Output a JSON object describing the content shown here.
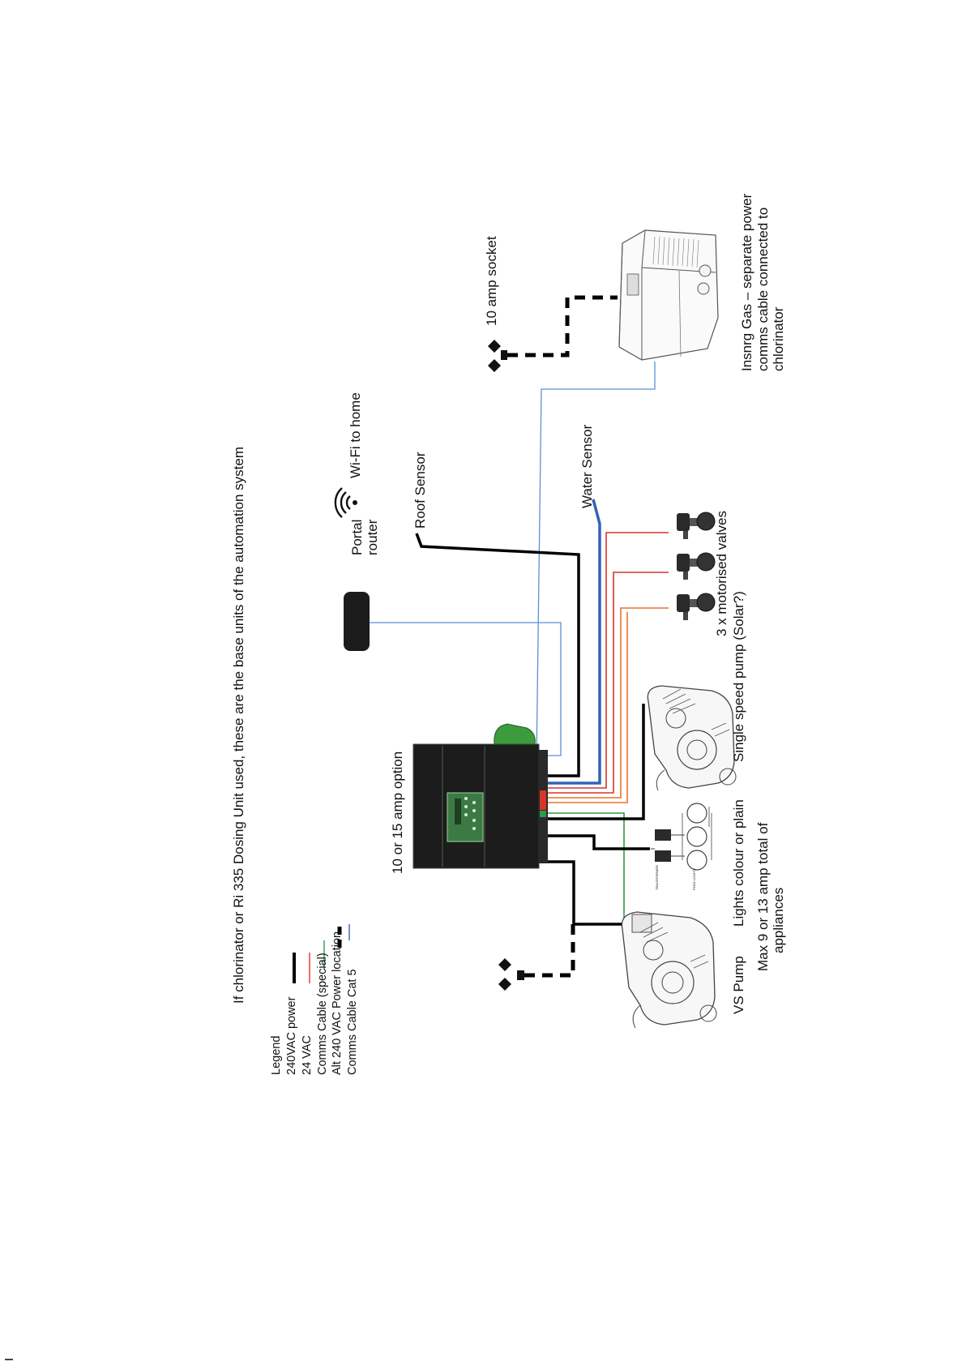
{
  "diagram": {
    "title": "If chlorinator or Ri 335 Dosing Unit used, these are the base units of the automation system",
    "legend": {
      "heading": "Legend",
      "items": [
        {
          "label": "240VAC power",
          "color": "#000000",
          "style": "solid-thick"
        },
        {
          "label": "24 VAC",
          "color": "#d9352b",
          "style": "solid-thin"
        },
        {
          "label": "Comms Cable (special)",
          "color": "#2e9a4a",
          "style": "solid-thin"
        },
        {
          "label": "Alt 240 VAC Power location",
          "color": "#000000",
          "style": "dashed-thick"
        },
        {
          "label": "Comms Cable Cat 5",
          "color": "#2f63b8",
          "style": "solid-thin"
        }
      ]
    },
    "labels": {
      "controller": "10 or 15 amp option",
      "router_line1": "Portal",
      "router_line2": "router",
      "wifi": "Wi-Fi to home",
      "roof_sensor": "Roof Sensor",
      "water_sensor": "Water Sensor",
      "socket": "10 amp socket",
      "gas_line1": "Insnrg Gas – separate power",
      "gas_line2": "comms cable connected to",
      "gas_line3": "chlorinator",
      "valves": "3 x motorised valves",
      "solar_pump": "Single speed pump (Solar?)",
      "lights_line1": "Lights colour or plain",
      "lights_line2": "Max 9 or 13 amp total of",
      "lights_line3": "appliances",
      "vs_pump": "VS Pump"
    },
    "icons": [
      "controller-icon",
      "router-icon",
      "wifi-icon",
      "gas-heater-icon",
      "motorised-valve-icon",
      "pump-icon",
      "light-icon",
      "power-plug-icon"
    ],
    "colors": {
      "power": "#000000",
      "vac24": "#d9352b",
      "orange": "#e8732a",
      "comms_special": "#2e9a4a",
      "cat5": "#2f63b8",
      "cat5_light": "#5b8fd6",
      "controller_body": "#1c1c1c",
      "controller_accent": "#3c9b3c"
    }
  }
}
